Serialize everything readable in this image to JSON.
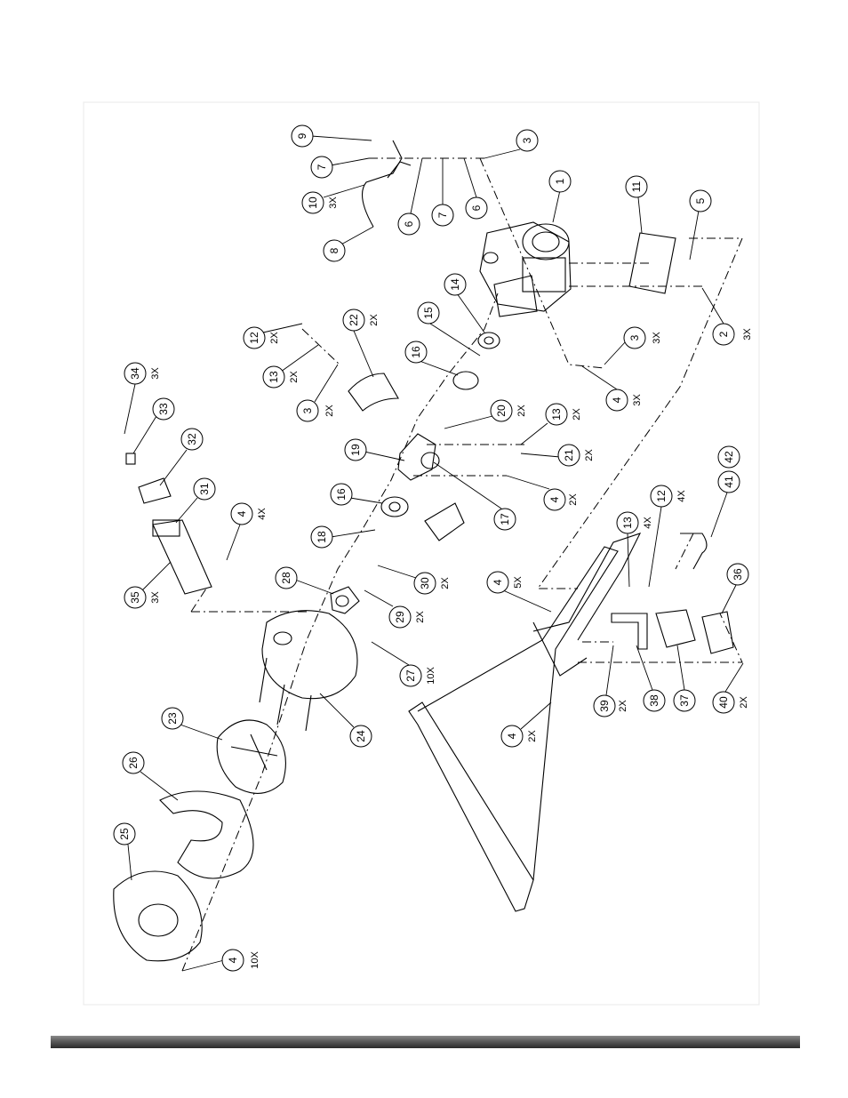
{
  "callouts": [
    {
      "num": "1",
      "qty": ""
    },
    {
      "num": "2",
      "qty": "3X"
    },
    {
      "num": "3",
      "qty": ""
    },
    {
      "num": "3",
      "qty": "3X"
    },
    {
      "num": "3",
      "qty": "2X"
    },
    {
      "num": "4",
      "qty": "3X"
    },
    {
      "num": "4",
      "qty": "2X"
    },
    {
      "num": "4",
      "qty": "4X"
    },
    {
      "num": "4",
      "qty": "5X"
    },
    {
      "num": "4",
      "qty": "2X"
    },
    {
      "num": "4",
      "qty": "10X"
    },
    {
      "num": "5",
      "qty": ""
    },
    {
      "num": "6",
      "qty": ""
    },
    {
      "num": "6",
      "qty": ""
    },
    {
      "num": "7",
      "qty": ""
    },
    {
      "num": "7",
      "qty": ""
    },
    {
      "num": "8",
      "qty": ""
    },
    {
      "num": "9",
      "qty": ""
    },
    {
      "num": "10",
      "qty": "3X"
    },
    {
      "num": "11",
      "qty": ""
    },
    {
      "num": "12",
      "qty": "2X"
    },
    {
      "num": "12",
      "qty": "4X"
    },
    {
      "num": "13",
      "qty": "2X"
    },
    {
      "num": "13",
      "qty": "2X"
    },
    {
      "num": "13",
      "qty": "4X"
    },
    {
      "num": "14",
      "qty": ""
    },
    {
      "num": "15",
      "qty": ""
    },
    {
      "num": "16",
      "qty": ""
    },
    {
      "num": "16",
      "qty": ""
    },
    {
      "num": "17",
      "qty": ""
    },
    {
      "num": "18",
      "qty": ""
    },
    {
      "num": "19",
      "qty": ""
    },
    {
      "num": "20",
      "qty": "2X"
    },
    {
      "num": "21",
      "qty": "2X"
    },
    {
      "num": "22",
      "qty": "2X"
    },
    {
      "num": "23",
      "qty": ""
    },
    {
      "num": "24",
      "qty": ""
    },
    {
      "num": "25",
      "qty": ""
    },
    {
      "num": "26",
      "qty": ""
    },
    {
      "num": "27",
      "qty": "10X"
    },
    {
      "num": "28",
      "qty": ""
    },
    {
      "num": "29",
      "qty": "2X"
    },
    {
      "num": "30",
      "qty": "2X"
    },
    {
      "num": "31",
      "qty": ""
    },
    {
      "num": "32",
      "qty": ""
    },
    {
      "num": "33",
      "qty": ""
    },
    {
      "num": "34",
      "qty": "3X"
    },
    {
      "num": "35",
      "qty": "3X"
    },
    {
      "num": "36",
      "qty": ""
    },
    {
      "num": "37",
      "qty": ""
    },
    {
      "num": "38",
      "qty": ""
    },
    {
      "num": "39",
      "qty": "2X"
    },
    {
      "num": "40",
      "qty": "2X"
    },
    {
      "num": "41",
      "qty": ""
    },
    {
      "num": "42",
      "qty": ""
    }
  ]
}
